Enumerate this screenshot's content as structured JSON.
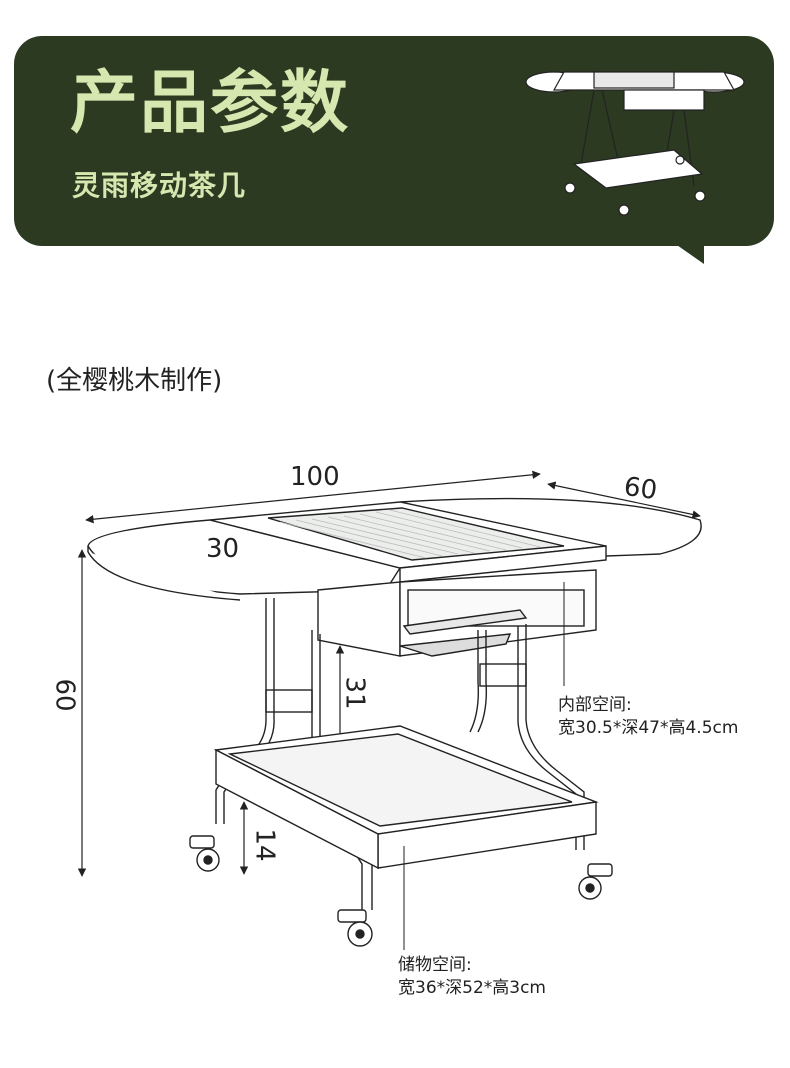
{
  "header": {
    "title": "产品参数",
    "subtitle": "灵雨移动茶几"
  },
  "material_note": "(全樱桃木制作)",
  "dimensions": {
    "length": "100",
    "depth": "60",
    "leaf_width": "30",
    "height": "60",
    "mid_height": "31",
    "bottom_height": "14"
  },
  "inner_space": {
    "label": "内部空间:",
    "value": "宽30.5*深47*高4.5cm"
  },
  "storage_space": {
    "label": "储物空间:",
    "value": "宽36*深52*高3cm"
  },
  "colors": {
    "banner": "#2c3a21",
    "banner_text": "#d6e8b0",
    "accent_arrow": "#b03040"
  }
}
